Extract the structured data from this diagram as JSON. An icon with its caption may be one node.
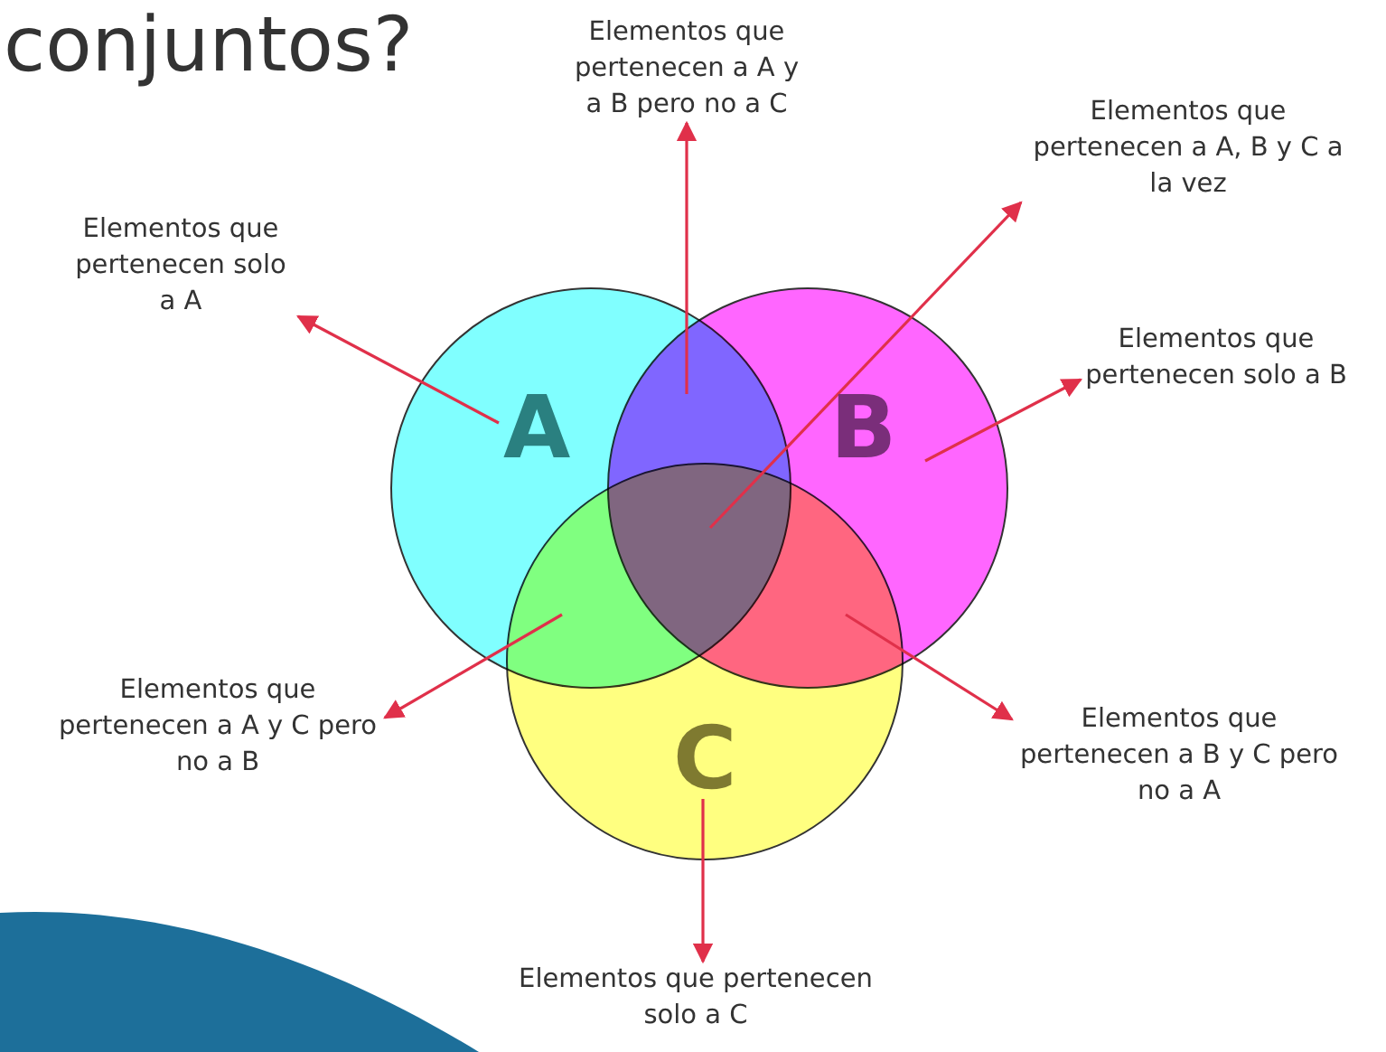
{
  "diagram": {
    "title": "conjuntos?",
    "nodes": [
      {
        "text": [
          "A"
        ]
      },
      {
        "text": [
          "B"
        ]
      },
      {
        "text": [
          "C"
        ]
      },
      {
        "text": [
          "Elementos que pertenecen solo a A"
        ]
      },
      {
        "text": [
          "Elementos que pertenecen a A y a B pero no a C"
        ]
      },
      {
        "text": [
          "Elementos que pertenecen a A, B y C a la vez"
        ]
      },
      {
        "text": [
          "Elementos que pertenecen solo a B"
        ]
      },
      {
        "text": [
          "Elementos que pertenecen a A y C pero no a B"
        ]
      },
      {
        "text": [
          "Elementos que pertenecen a B y C pero no a A"
        ]
      },
      {
        "text": [
          "Elementos que pertenecen solo a C"
        ]
      }
    ],
    "edges": [
      {
        "from": 0,
        "to": 3,
        "arrow": "to"
      },
      {
        "from": 0,
        "to": 4,
        "arrow": "to"
      },
      {
        "from": 2,
        "to": 5,
        "arrow": "to"
      },
      {
        "from": 1,
        "to": 6,
        "arrow": "to"
      },
      {
        "from": 2,
        "to": 7,
        "arrow": "to"
      },
      {
        "from": 2,
        "to": 8,
        "arrow": "to"
      },
      {
        "from": 2,
        "to": 9,
        "arrow": "to"
      }
    ]
  }
}
